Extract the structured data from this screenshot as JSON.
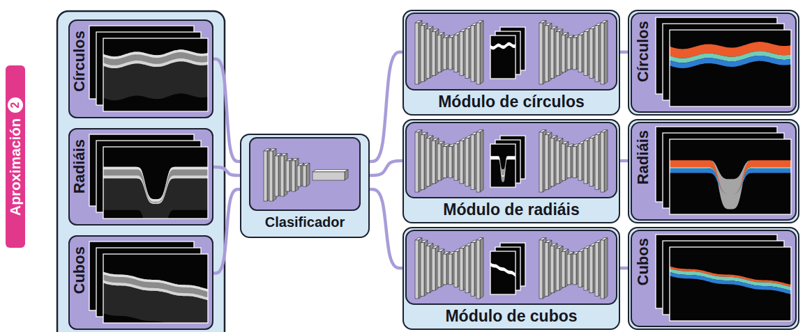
{
  "diagram": {
    "nodes": [
      {
        "text": [
          "Círculos"
        ]
      },
      {
        "text": [
          "Radiáis"
        ]
      },
      {
        "text": [
          "Cubos"
        ]
      },
      {
        "text": [
          "Clasificador"
        ]
      },
      {
        "text": [
          "Módulo de círculos"
        ]
      },
      {
        "text": [
          "Módulo de radiáis"
        ]
      },
      {
        "text": [
          "Módulo de cubos"
        ]
      },
      {
        "text": [
          "Círculos"
        ]
      },
      {
        "text": [
          "Radiáis"
        ]
      },
      {
        "text": [
          "Cubos"
        ]
      }
    ],
    "edges": [
      {
        "from": 0,
        "to": 3,
        "arrow": "none"
      },
      {
        "from": 1,
        "to": 3,
        "arrow": "none"
      },
      {
        "from": 2,
        "to": 3,
        "arrow": "none"
      },
      {
        "from": 3,
        "to": 4,
        "arrow": "none"
      },
      {
        "from": 3,
        "to": 5,
        "arrow": "none"
      },
      {
        "from": 3,
        "to": 6,
        "arrow": "none"
      },
      {
        "from": 4,
        "to": 7,
        "arrow": "none"
      },
      {
        "from": 5,
        "to": 8,
        "arrow": "none"
      },
      {
        "from": 6,
        "to": 9,
        "arrow": "none"
      }
    ],
    "labels": [
      "Aproximación",
      "2"
    ]
  }
}
